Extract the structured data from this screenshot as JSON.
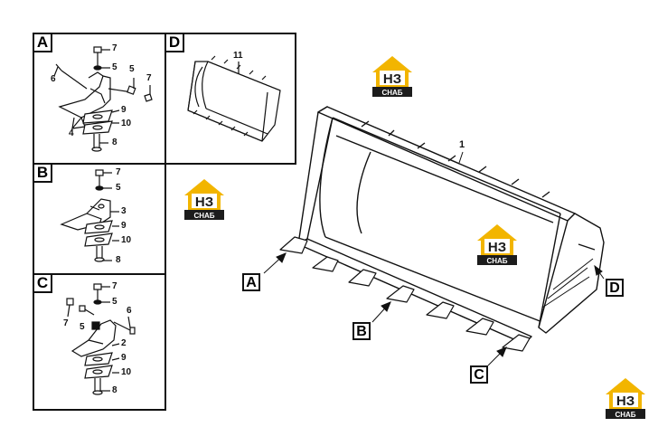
{
  "panels": {
    "A": {
      "letter": "A",
      "labels": {
        "l7a": "7",
        "l5a": "5",
        "l6": "6",
        "l5b": "5",
        "l7b": "7",
        "l4": "4",
        "l9": "9",
        "l10": "10",
        "l8": "8"
      }
    },
    "B": {
      "letter": "B",
      "labels": {
        "l7": "7",
        "l5": "5",
        "l3": "3",
        "l9": "9",
        "l10": "10",
        "l8": "8"
      }
    },
    "C": {
      "letter": "C",
      "labels": {
        "l7a": "7",
        "l5a": "5",
        "l7b": "7",
        "l5b": "5",
        "l6": "6",
        "l2": "2",
        "l9": "9",
        "l10": "10",
        "l8": "8"
      }
    },
    "D": {
      "letter": "D",
      "labels": {
        "l11": "11"
      }
    }
  },
  "main": {
    "part_label": "1",
    "callouts": {
      "A": "A",
      "B": "B",
      "C": "C",
      "D": "D"
    }
  },
  "watermark": {
    "top": "НЗ",
    "bottom": "СНАБ",
    "color_yellow": "#f2b500",
    "color_dark": "#1c1c1c"
  }
}
